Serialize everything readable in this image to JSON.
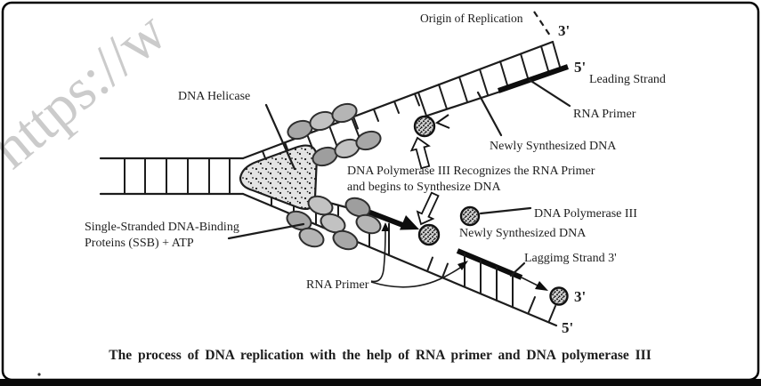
{
  "figure": {
    "watermark": "https://w",
    "caption": "The process of DNA replication with the help of RNA primer and DNA polymerase III"
  },
  "labels": {
    "origin": "Origin of Replication",
    "three_prime_top": "3'",
    "five_prime_top": "5'",
    "leading_strand": "Leading Strand",
    "rna_primer_top": "RNA Primer",
    "newly_synthesized_top": "Newly Synthesized DNA",
    "dna_helicase": "DNA Helicase",
    "polymerase_recognizes_line1": "DNA Polymerase III Recognizes the RNA Primer",
    "polymerase_recognizes_line2": "and begins to Synthesize DNA",
    "ssb_line1": "Single-Stranded DNA-Binding",
    "ssb_line2": "Proteins (SSB) + ATP",
    "dna_polymerase_iii": "DNA Polymerase III",
    "newly_synthesized_bottom": "Newly Synthesized DNA",
    "lagging_strand": "Laggimg Strand 3'",
    "rna_primer_bottom": "RNA Primer",
    "three_prime_bottom": "3'",
    "five_prime_bottom": "5'"
  },
  "colors": {
    "background": "#ffffff",
    "ink": "#1d1d1d",
    "frame": "#000000",
    "watermark_gray": "#c3c3c3",
    "ssb_fill_dark": "#a7a7a7",
    "ssb_fill_light": "#c2c2c2",
    "helicase_fill": "#e3e3e3",
    "polymerase_fill": "#cfcfcf"
  }
}
